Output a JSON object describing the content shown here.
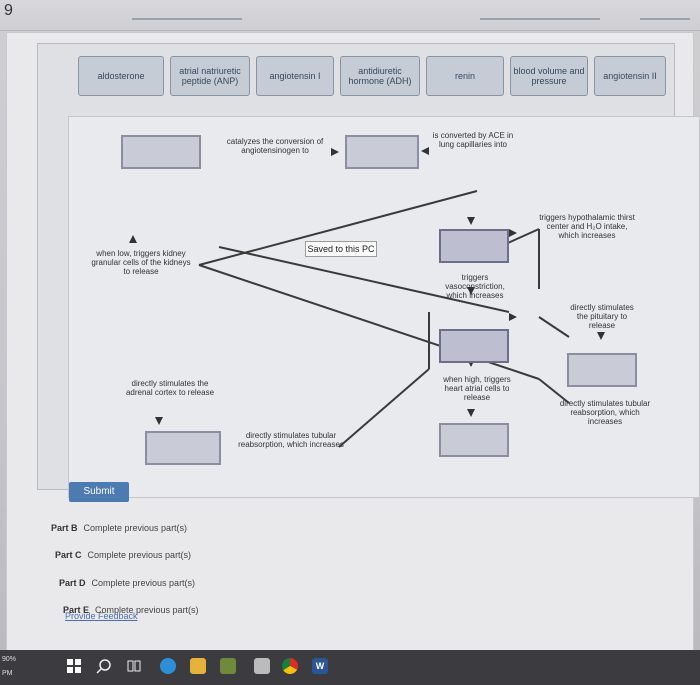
{
  "question_number": "9",
  "terms": [
    {
      "label": "aldosterone"
    },
    {
      "label": "atrial natriuretic peptide (ANP)"
    },
    {
      "label": "angiotensin I"
    },
    {
      "label": "antidiuretic hormone (ADH)"
    },
    {
      "label": "renin"
    },
    {
      "label": "blood volume and pressure"
    },
    {
      "label": "angiotensin II"
    }
  ],
  "diagram": {
    "labels": {
      "catalyzes": "catalyzes the conversion of angiotensinogen to",
      "converted": "is converted by ACE in lung capillaries into",
      "when_low": "when low, triggers kidney granular cells of the kidneys to release",
      "triggers_hypothalamic": "triggers hypothalamic thirst center and H₂O intake, which increases",
      "triggers_vaso": "triggers vasoconstriction, which increases",
      "directly_pituitary": "directly stimulates the pituitary to release",
      "when_high": "when high, triggers heart atrial cells to release",
      "directly_adrenal": "directly stimulates the adrenal cortex to release",
      "tubular_right": "directly stimulates tubular reabsorption, which increases",
      "tubular_left": "directly stimulates tubular reabsorption, which increases"
    },
    "saved_tooltip": "Saved to this PC"
  },
  "submit_label": "Submit",
  "parts": [
    {
      "name": "Part B",
      "status": "Complete previous part(s)"
    },
    {
      "name": "Part C",
      "status": "Complete previous part(s)"
    },
    {
      "name": "Part D",
      "status": "Complete previous part(s)"
    },
    {
      "name": "Part E",
      "status": "Complete previous part(s)"
    }
  ],
  "feedback_label": "Provide Feedback",
  "taskbar": {
    "zoom": "90%",
    "clock": "PM",
    "icons": [
      "windows-icon",
      "search-icon",
      "task-view-icon",
      "edge-icon",
      "file-explorer-icon",
      "calendar-icon",
      "chrome-icon",
      "app-icon",
      "word-icon"
    ]
  },
  "colors": {
    "submit": "#4b7bb1",
    "term_fill": "#c6ccd6",
    "slot_fill": "#c9ccd6",
    "taskbar": "#3c3b40"
  }
}
